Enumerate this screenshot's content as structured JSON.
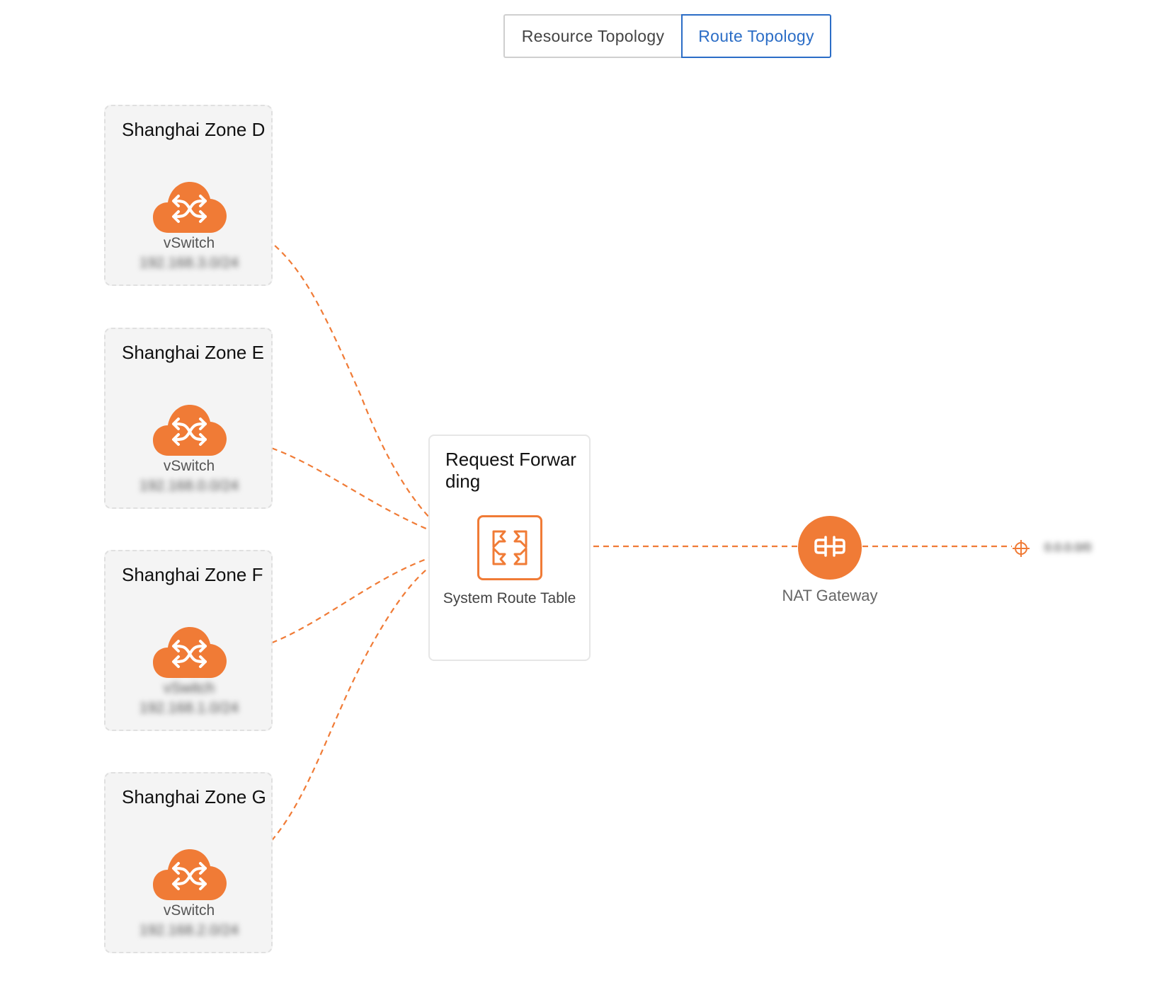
{
  "tabs": [
    {
      "label": "Resource Topology",
      "active": false
    },
    {
      "label": "Route Topology",
      "active": true
    }
  ],
  "zones": [
    {
      "title": "Shanghai Zone D",
      "vswitch_label": "vSwitch",
      "cidr": "192.168.3.0/24"
    },
    {
      "title": "Shanghai Zone E",
      "vswitch_label": "vSwitch",
      "cidr": "192.168.0.0/24"
    },
    {
      "title": "Shanghai Zone F",
      "vswitch_label": "vSwitch",
      "cidr": "192.168.1.0/24"
    },
    {
      "title": "Shanghai Zone G",
      "vswitch_label": "vSwitch",
      "cidr": "192.168.2.0/24"
    }
  ],
  "route_frame": {
    "title": "Request Forwarding",
    "route_table_label": "System Route Table"
  },
  "nat_gateway": {
    "label": "NAT Gateway"
  },
  "endpoint": {
    "label": "0.0.0.0/0"
  },
  "icons": {
    "vswitch": "vswitch-cloud-icon",
    "route_table": "route-table-icon",
    "nat": "nat-gateway-icon",
    "endpoint": "crosshair-icon"
  },
  "colors": {
    "accent": "#f07b36",
    "link": "#f07b36",
    "tab_active": "#2b6dc6"
  }
}
